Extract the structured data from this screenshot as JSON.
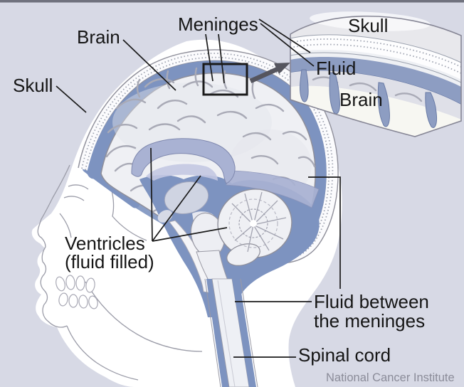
{
  "labels": {
    "skull": "Skull",
    "brain": "Brain",
    "meninges": "Meninges",
    "ventricles_line1": "Ventricles",
    "ventricles_line2": "(fluid filled)",
    "fluid_between_line1": "Fluid between",
    "fluid_between_line2": "the meninges",
    "spinal_cord": "Spinal cord"
  },
  "inset": {
    "skull_label": "Skull",
    "fluid_label": "Fluid",
    "brain_label": "Brain"
  },
  "credit": "National Cancer Institute",
  "colors": {
    "background": "#d7d9e5",
    "top_border": "#70727e",
    "silhouette": "#ffffff",
    "fluid": "#7d93c0",
    "corpus_callosum": "#a9b2d3",
    "tentorium": "#a9b2d3",
    "inset_fluid": "#8d9dc2",
    "label_text": "#151515",
    "credit_text": "#8b8c99"
  }
}
